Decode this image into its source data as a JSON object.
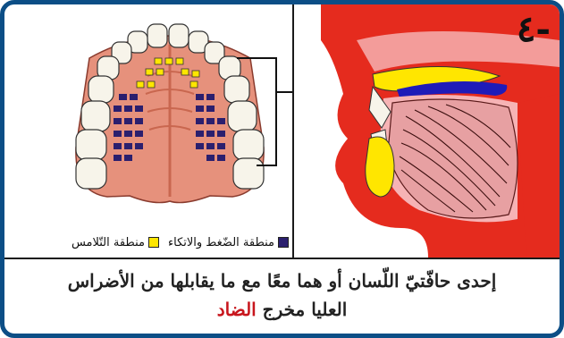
{
  "step_label": "٤-",
  "legend": {
    "items": [
      {
        "label": "منطقة الضّغط والاتكاء",
        "color": "#2b1f6e"
      },
      {
        "label": "منطقة التّلامس",
        "color": "#ffe600"
      }
    ]
  },
  "caption": {
    "line1": "إحدى حافّتيّ اللّسان أو هما معًا  مع ما يقابلها من الأضراس",
    "line2_prefix": "العليا مخرج ",
    "line2_highlight": "الضاد"
  },
  "colors": {
    "frame": "#0c4e86",
    "pressure_zone": "#2b1f6e",
    "contact_zone": "#ffe600",
    "highlight_text": "#c8161d"
  }
}
